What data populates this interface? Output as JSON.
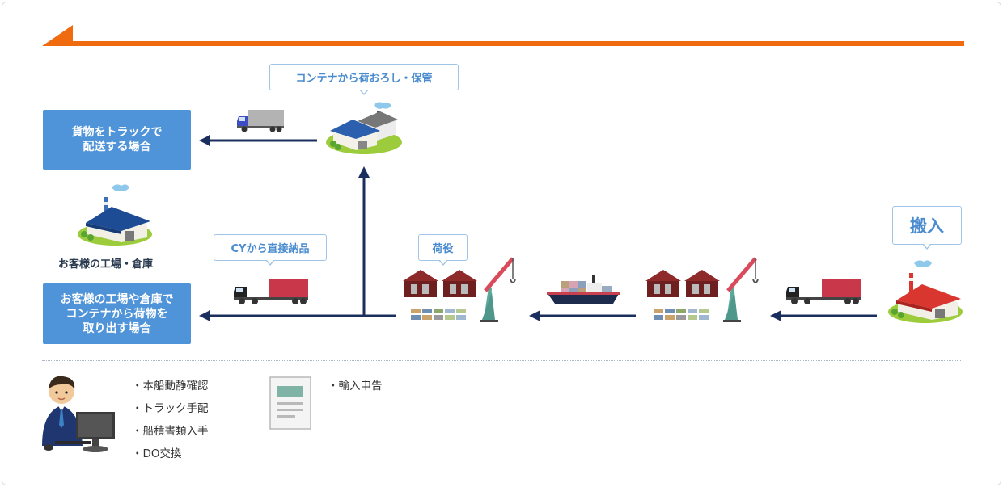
{
  "labels": {
    "truck_delivery": [
      "貨物をトラックで",
      "配送する場合"
    ],
    "factory_unload": [
      "お客様の工場や倉庫で",
      "コンテナから荷物を",
      "取り出す場合"
    ],
    "customer_facility": "お客様の工場・倉庫"
  },
  "callouts": {
    "unload_storage": "コンテナから荷おろし・保管",
    "cy_direct": "CYから直接納品",
    "cargo_handling": "荷役",
    "carry_in": "搬入"
  },
  "tasks": {
    "broker": [
      "・本船動静確認",
      "・トラック手配",
      "・船積書類入手",
      "・DO交換"
    ],
    "document": [
      "・輸入申告"
    ]
  },
  "icons": {
    "flow_arrow": "orange-flow-arrow-icon",
    "warehouse": "warehouse-icon",
    "factory": "factory-icon",
    "truck": "truck-icon",
    "container_truck": "container-truck-icon",
    "port": "port-crane-icon",
    "ship": "container-ship-icon",
    "person": "businessman-computer-icon",
    "document": "document-icon"
  },
  "colors": {
    "accent_orange": "#f06a0f",
    "box_blue": "#4f93d8",
    "arrow_navy": "#1b2f5e",
    "callout_border": "#9fc4e6",
    "container_red": "#c8384a"
  }
}
